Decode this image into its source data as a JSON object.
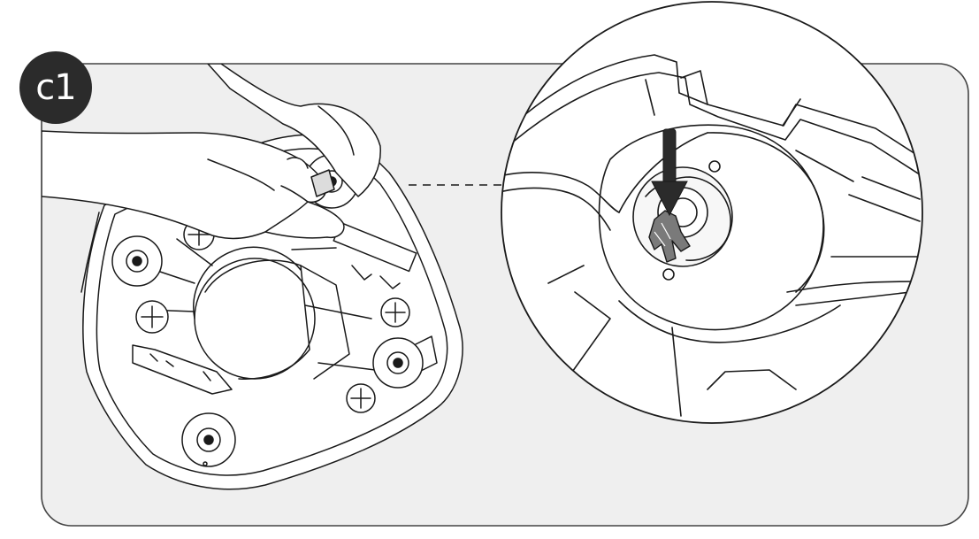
{
  "step": {
    "label": "c1"
  },
  "colors": {
    "panel_background": "#efefef",
    "panel_border": "#444444",
    "line": "#1a1a1a",
    "badge_background": "#2b2b2b",
    "badge_text": "#ffffff",
    "arrow": "#2b2b2b",
    "brush_bristle": "#7a7a7a"
  },
  "icons": {
    "illustration": "robot-vacuum-underside",
    "detail": "magnified-side-brush-hub",
    "indicator": "down-arrow-icon"
  }
}
